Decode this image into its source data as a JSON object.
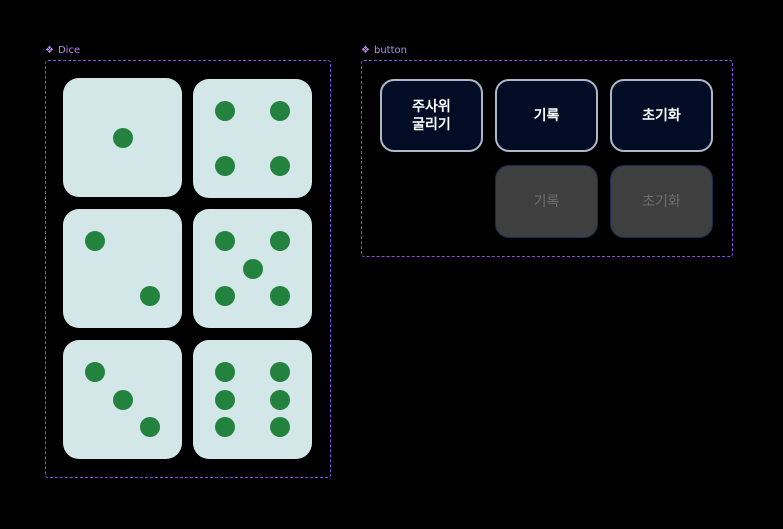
{
  "frames": {
    "dice": {
      "label": "Dice",
      "label_icon": "component-icon"
    },
    "button": {
      "label": "button",
      "label_icon": "component-icon"
    }
  },
  "dice": [
    {
      "face": 1
    },
    {
      "face": 4
    },
    {
      "face": 2
    },
    {
      "face": 5
    },
    {
      "face": 3
    },
    {
      "face": 6
    }
  ],
  "buttons": {
    "roll": {
      "label": "주사위\n굴리기",
      "state": "active"
    },
    "record": {
      "label": "기록",
      "state": "active"
    },
    "reset": {
      "label": "초기화",
      "state": "active"
    },
    "record_disabled": {
      "label": "기록",
      "state": "disabled"
    },
    "reset_disabled": {
      "label": "초기화",
      "state": "disabled"
    }
  },
  "colors": {
    "background": "#000000",
    "frame_border": "#8a4df0",
    "frame_label": "#b58cf0",
    "die_face": "#d3e6e8",
    "pip": "#23833e",
    "button_active_bg": "#020c24",
    "button_active_border": "#aeb8c8",
    "button_disabled_bg": "#3f3f3f",
    "button_disabled_text": "#6e6e6e"
  }
}
